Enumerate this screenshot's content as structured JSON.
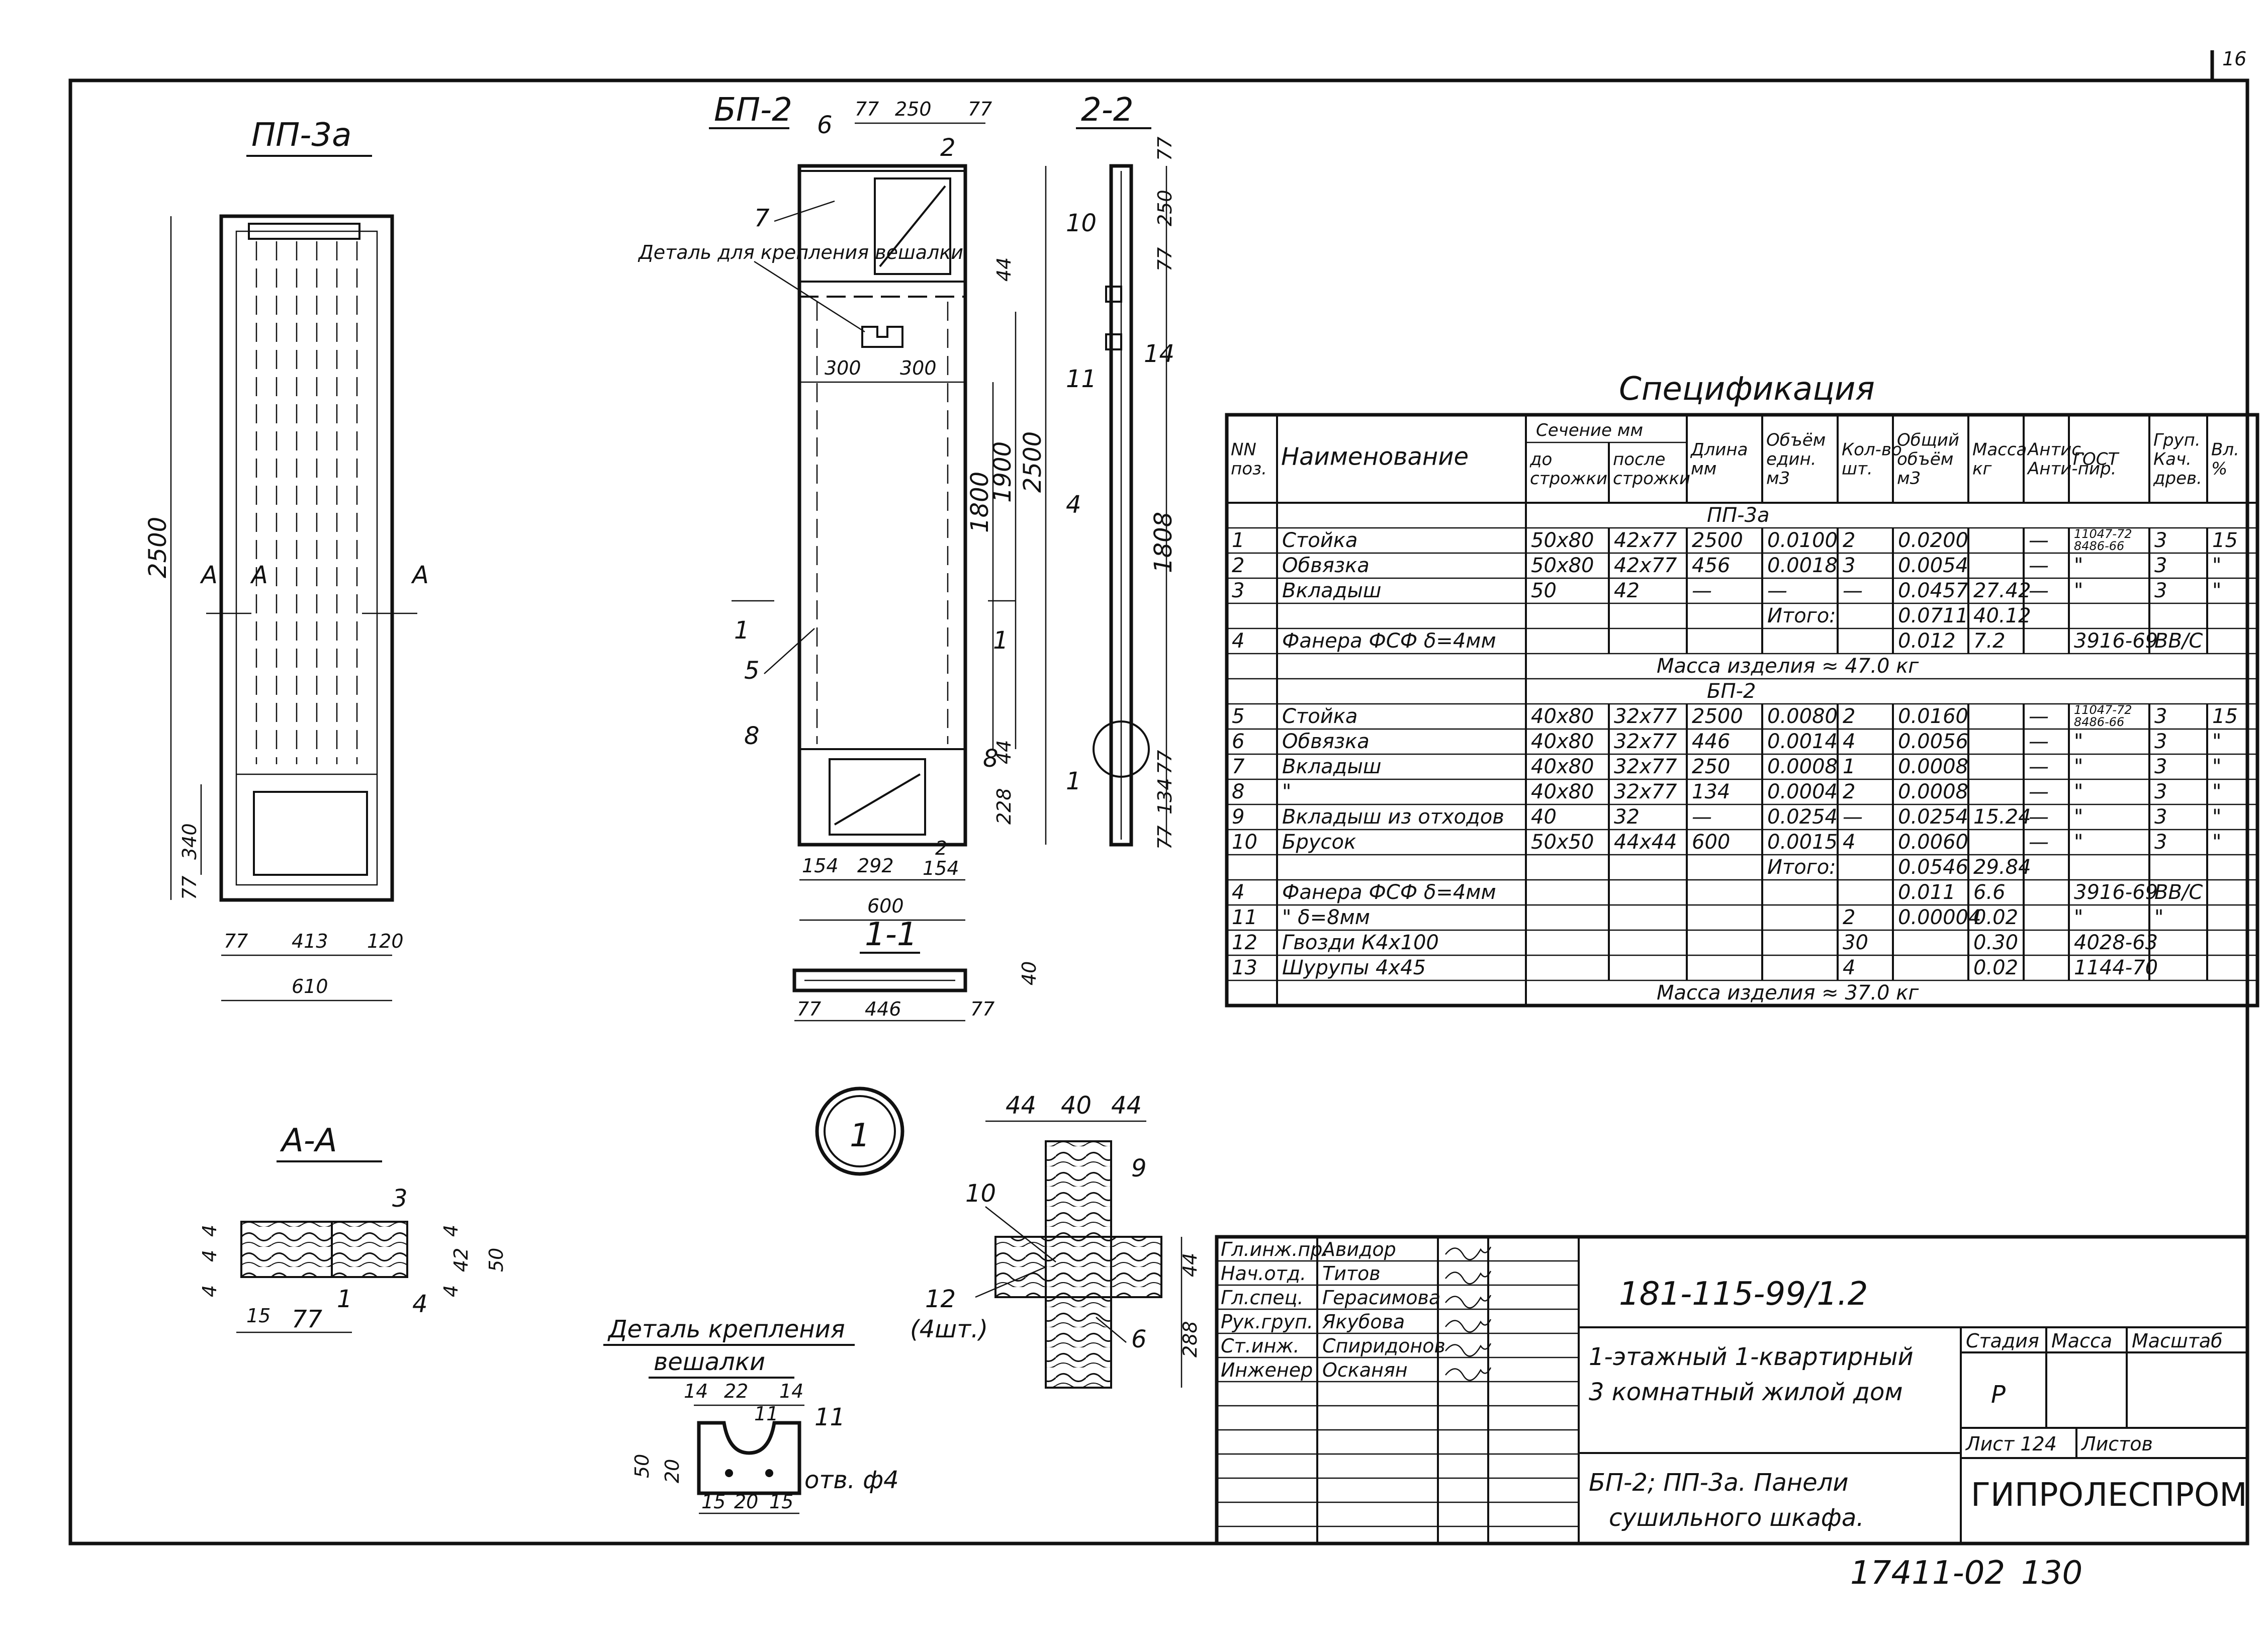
{
  "sheet_corner": "16",
  "views": {
    "pp3a": {
      "title": "ПП-3а",
      "dim_height": "2500",
      "dim_340": "340",
      "dim_77": "77",
      "dim_w_77": "77",
      "dim_w_413": "413",
      "dim_w_120": "120",
      "dim_w_610": "610",
      "section_mark": "А"
    },
    "bp2": {
      "title": "БП-2",
      "top_77a": "77",
      "top_250": "250",
      "top_77b": "77",
      "dim_44a": "44",
      "dim_1900": "1900",
      "dim_2500": "2500",
      "dim_1800": "1800",
      "dim_44b": "44",
      "dim_228": "228",
      "dim_300a": "300",
      "dim_300b": "300",
      "bot_154": "154",
      "bot_292": "292",
      "bot_2": "2",
      "bot_154b": "154",
      "bot_600": "600",
      "callouts": [
        "6",
        "7",
        "2",
        "5",
        "8",
        "8"
      ],
      "detail_note": "Деталь для крепления вешалки.",
      "section_mark": "1"
    },
    "s22": {
      "title": "2-2",
      "d77a": "77",
      "d250": "250",
      "d77b": "77",
      "d1808": "1808",
      "d77c": "77",
      "d134": "134",
      "d77d": "77",
      "callouts": [
        "10",
        "11",
        "14",
        "4",
        "1"
      ]
    },
    "s11": {
      "title": "1-1",
      "d77a": "77",
      "d446": "446",
      "d77b": "77",
      "d40": "40"
    },
    "sAA": {
      "title": "А-А",
      "callouts": [
        "3",
        "1",
        "4"
      ],
      "d15": "15",
      "d77": "77",
      "d42": "42",
      "d50": "50",
      "d4a": "4",
      "d4b": "4",
      "d4c": "4",
      "d4d": "4",
      "d4e": "4"
    },
    "hanger": {
      "title_line1": "Деталь крепления",
      "title_line2": "вешалки",
      "d14a": "14",
      "d22": "22",
      "d14b": "14",
      "d11": "11",
      "d50": "50",
      "d20": "20",
      "d15a": "15",
      "d20b": "20",
      "d15b": "15",
      "hole": "отв. ф4",
      "callout": "11"
    },
    "node1": {
      "label": "1",
      "d44a": "44",
      "d40": "40",
      "d44b": "44",
      "d44c": "44",
      "d288": "288",
      "callouts": [
        "10",
        "9",
        "12",
        "6"
      ],
      "qty": "(4шт.)"
    }
  },
  "spec": {
    "title": "Спецификация",
    "headers": {
      "num": "NN поз.",
      "name": "Наименование",
      "section": "Сечение мм",
      "sec_before": "до строжки",
      "sec_after": "после строжки",
      "length": "Длина мм",
      "unit_vol": "Объём един. м3",
      "qty": "Кол-во шт.",
      "total_vol": "Общий объём м3",
      "mass": "Масса кг",
      "antisept": "Антис. Анти-пир.",
      "gost": "ГОСТ",
      "grade": "Груп. Кач. древ.",
      "moist": "Вл. %"
    },
    "rows": [
      {
        "group": "ПП-3а"
      },
      {
        "n": "1",
        "name": "Стойка",
        "before": "50x80",
        "after": "42x77",
        "len": "2500",
        "uvol": "0.0100",
        "qty": "2",
        "tvol": "0.0200",
        "mass": "",
        "anti": "—",
        "gost": "11047-72 8486-66",
        "grade": "3",
        "moist": "15"
      },
      {
        "n": "2",
        "name": "Обвязка",
        "before": "50x80",
        "after": "42x77",
        "len": "456",
        "uvol": "0.0018",
        "qty": "3",
        "tvol": "0.0054",
        "mass": "",
        "anti": "—",
        "gost": "\"",
        "grade": "3",
        "moist": "\""
      },
      {
        "n": "3",
        "name": "Вкладыш",
        "before": "50",
        "after": "42",
        "len": "—",
        "uvol": "—",
        "qty": "—",
        "tvol": "0.0457",
        "mass": "27.42",
        "anti": "—",
        "gost": "\"",
        "grade": "3",
        "moist": "\""
      },
      {
        "n": "",
        "name": "",
        "before": "",
        "after": "",
        "len": "",
        "uvol": "Итого:",
        "qty": "",
        "tvol": "0.0711",
        "mass": "40.12",
        "anti": "",
        "gost": "",
        "grade": "",
        "moist": ""
      },
      {
        "n": "4",
        "name": "Фанера ФСФ δ=4мм",
        "before": "",
        "after": "",
        "len": "",
        "uvol": "",
        "qty": "",
        "tvol": "0.012",
        "mass": "7.2",
        "anti": "",
        "gost": "3916-69",
        "grade": "ВВ/С",
        "moist": ""
      },
      {
        "total": "Масса изделия ≈ 47.0 кг"
      },
      {
        "group": "БП-2"
      },
      {
        "n": "5",
        "name": "Стойка",
        "before": "40x80",
        "after": "32x77",
        "len": "2500",
        "uvol": "0.0080",
        "qty": "2",
        "tvol": "0.0160",
        "mass": "",
        "anti": "—",
        "gost": "11047-72 8486-66",
        "grade": "3",
        "moist": "15"
      },
      {
        "n": "6",
        "name": "Обвязка",
        "before": "40x80",
        "after": "32x77",
        "len": "446",
        "uvol": "0.0014",
        "qty": "4",
        "tvol": "0.0056",
        "mass": "",
        "anti": "—",
        "gost": "\"",
        "grade": "3",
        "moist": "\""
      },
      {
        "n": "7",
        "name": "Вкладыш",
        "before": "40x80",
        "after": "32x77",
        "len": "250",
        "uvol": "0.0008",
        "qty": "1",
        "tvol": "0.0008",
        "mass": "",
        "anti": "—",
        "gost": "\"",
        "grade": "3",
        "moist": "\""
      },
      {
        "n": "8",
        "name": "\"",
        "before": "40x80",
        "after": "32x77",
        "len": "134",
        "uvol": "0.0004",
        "qty": "2",
        "tvol": "0.0008",
        "mass": "",
        "anti": "—",
        "gost": "\"",
        "grade": "3",
        "moist": "\""
      },
      {
        "n": "9",
        "name": "Вкладыш из отходов",
        "before": "40",
        "after": "32",
        "len": "—",
        "uvol": "0.0254",
        "qty": "—",
        "tvol": "0.0254",
        "mass": "15.24",
        "anti": "—",
        "gost": "\"",
        "grade": "3",
        "moist": "\""
      },
      {
        "n": "10",
        "name": "Брусок",
        "before": "50x50",
        "after": "44x44",
        "len": "600",
        "uvol": "0.0015",
        "qty": "4",
        "tvol": "0.0060",
        "mass": "",
        "anti": "—",
        "gost": "\"",
        "grade": "3",
        "moist": "\""
      },
      {
        "n": "",
        "name": "",
        "before": "",
        "after": "",
        "len": "",
        "uvol": "Итого:",
        "qty": "",
        "tvol": "0.0546",
        "mass": "29.84",
        "anti": "",
        "gost": "",
        "grade": "",
        "moist": ""
      },
      {
        "n": "4",
        "name": "Фанера ФСФ δ=4мм",
        "before": "",
        "after": "",
        "len": "",
        "uvol": "",
        "qty": "",
        "tvol": "0.011",
        "mass": "6.6",
        "anti": "",
        "gost": "3916-69",
        "grade": "ВВ/С",
        "moist": ""
      },
      {
        "n": "11",
        "name": "\" δ=8мм",
        "before": "",
        "after": "",
        "len": "",
        "uvol": "",
        "qty": "2",
        "tvol": "0.00004",
        "mass": "0.02",
        "anti": "",
        "gost": "\"",
        "grade": "\"",
        "moist": ""
      },
      {
        "n": "12",
        "name": "Гвозди К4x100",
        "before": "",
        "after": "",
        "len": "",
        "uvol": "",
        "qty": "30",
        "tvol": "",
        "mass": "0.30",
        "anti": "",
        "gost": "4028-63",
        "grade": "",
        "moist": ""
      },
      {
        "n": "13",
        "name": "Шурупы 4x45",
        "before": "",
        "after": "",
        "len": "",
        "uvol": "",
        "qty": "4",
        "tvol": "",
        "mass": "0.02",
        "anti": "",
        "gost": "1144-70",
        "grade": "",
        "moist": ""
      },
      {
        "total": "Масса изделия ≈ 37.0 кг"
      }
    ]
  },
  "titleblock": {
    "people": [
      {
        "role": "Гл.инж.пр.",
        "name": "Авидор"
      },
      {
        "role": "Нач.отд.",
        "name": "Титов"
      },
      {
        "role": "Гл.спец.",
        "name": "Герасимова"
      },
      {
        "role": "Рук.груп.",
        "name": "Якубова"
      },
      {
        "role": "Ст.инж.",
        "name": "Спиридонов"
      },
      {
        "role": "Инженер",
        "name": "Осканян"
      }
    ],
    "code": "181-115-99/1.2",
    "project_line1": "1-этажный 1-квартирный",
    "project_line2": "3 комнатный жилой дом",
    "stage_h": "Стадия",
    "mass_h": "Масса",
    "scale_h": "Масштаб",
    "stage": "Р",
    "sheet": "Лист 124",
    "sheets": "Листов",
    "desc_line1": "БП-2; ПП-3а. Панели",
    "desc_line2": "сушильного шкафа.",
    "org": "ГИПРОЛЕСПРОМ"
  },
  "footer": {
    "inv": "17411-02",
    "page": "130"
  }
}
